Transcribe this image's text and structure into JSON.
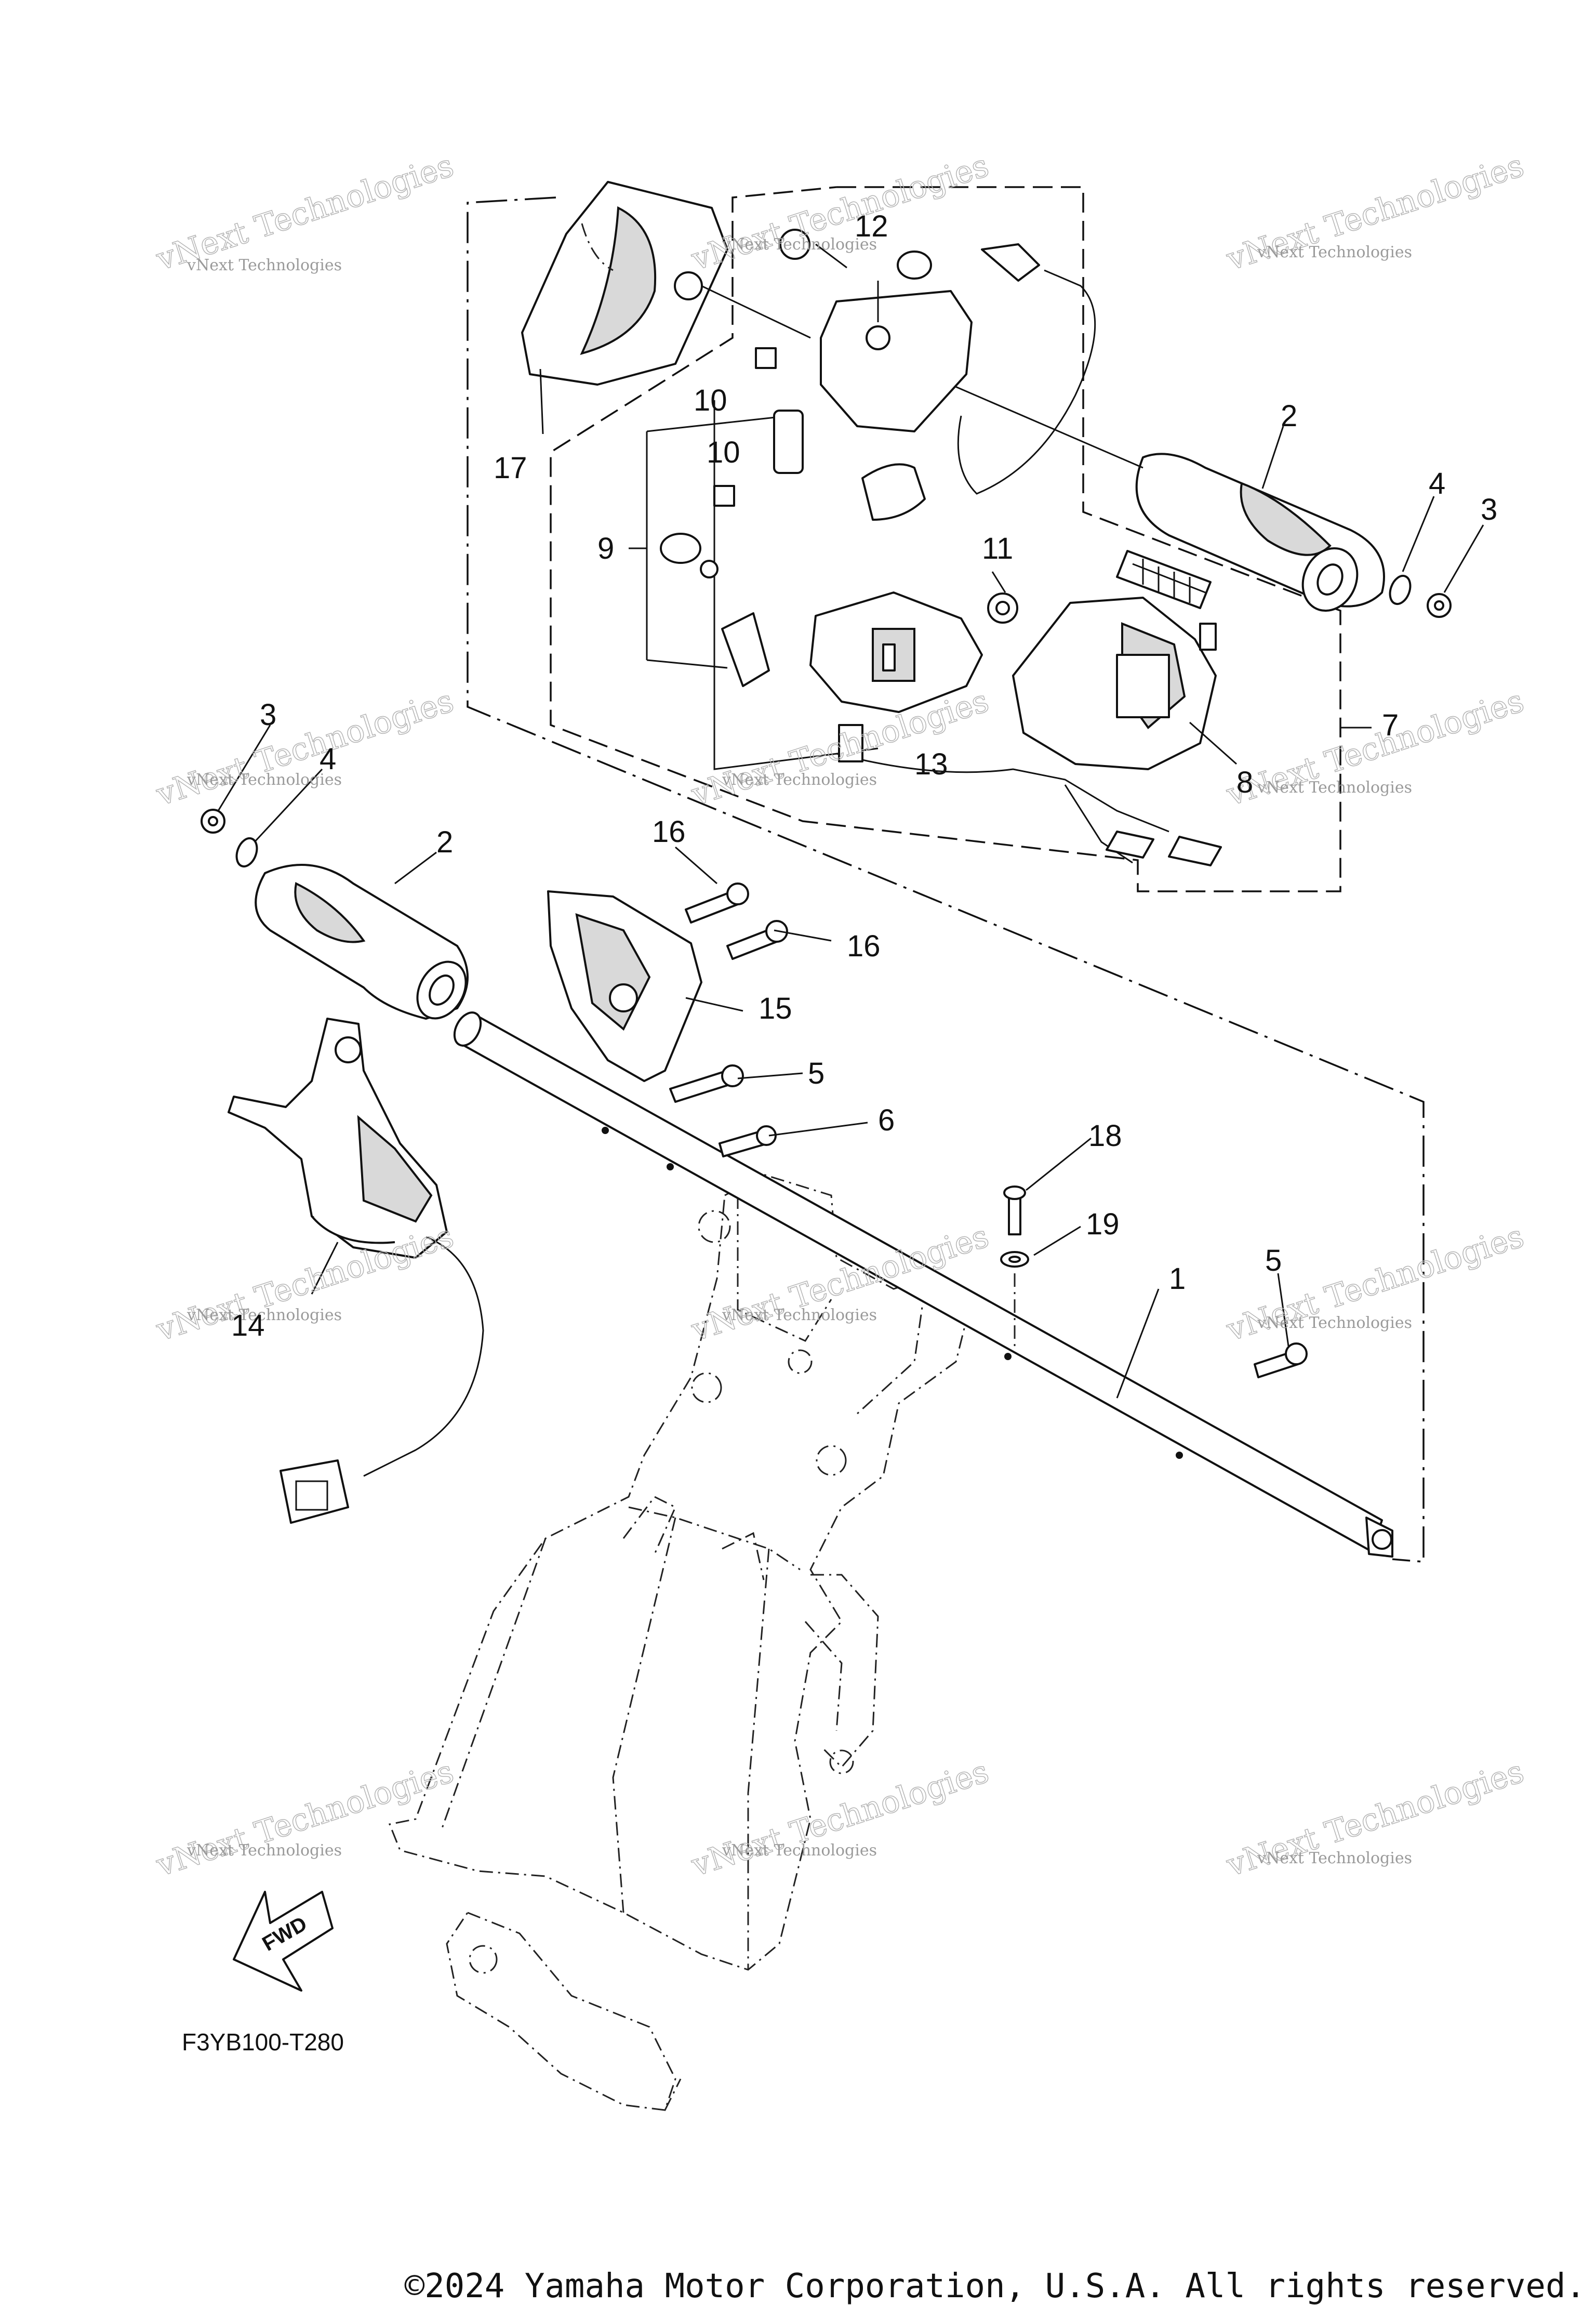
{
  "diagram": {
    "code": "F3YB100-T280",
    "copyright": "©2024 Yamaha Motor Corporation, U.S.A. All rights reserved.",
    "fwd_label": "FWD",
    "watermark": {
      "line1": "vNext Technologies",
      "line2": "vNext Technologies"
    },
    "callouts": {
      "c1": "1",
      "c2a": "2",
      "c2b": "2",
      "c3a": "3",
      "c3b": "3",
      "c4a": "4",
      "c4b": "4",
      "c5a": "5",
      "c5b": "5",
      "c6": "6",
      "c7": "7",
      "c8": "8",
      "c9": "9",
      "c10a": "10",
      "c10b": "10",
      "c11": "11",
      "c12": "12",
      "c13": "13",
      "c14": "14",
      "c15": "15",
      "c16a": "16",
      "c16b": "16",
      "c17": "17",
      "c18": "18",
      "c19": "19"
    }
  }
}
